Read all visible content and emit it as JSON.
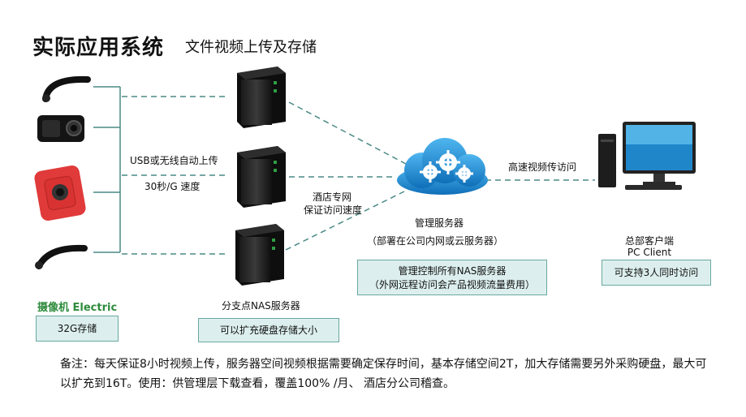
{
  "title": "实际应用系统",
  "subtitle": "文件视频上传及存储",
  "labels": {
    "usb_upload": "USB或无线自动上传",
    "speed": "30秒/G  速度",
    "hotel_net_1": "酒店专网",
    "hotel_net_2": "保证访问速度",
    "hs_access": "高速视频传访问",
    "mgmt_server": "管理服务器",
    "mgmt_deploy": "（部署在公司内网或云服务器）",
    "hq_client": "总部客户端",
    "pc_client": "PC Client",
    "camera": "摄像机 Electric",
    "branch_nas": "分支点NAS服务器"
  },
  "boxes": {
    "storage_32g": "32G存储",
    "expand_disk": "可以扩充硬盘存储大小",
    "mgmt_line1": "管理控制所有NAS服务器",
    "mgmt_line2": "（外网远程访问会产品视频流量费用）",
    "concurrent": "可支持3人同时访问"
  },
  "note": "备注：每天保证8小时视频上传，服务器空间视频根据需要确定保存时间，基本存储空间2T，加大存储需要另外采购硬盘，最大可以扩充到16T。使用：供管理层下载查看，覆盖100% /月、   酒店分公司稽查。",
  "colors": {
    "line": "#4a8a86",
    "cloud": "#1e8fd8",
    "camera_label": "#2e8b3c",
    "box_bg": "#dcefee"
  }
}
